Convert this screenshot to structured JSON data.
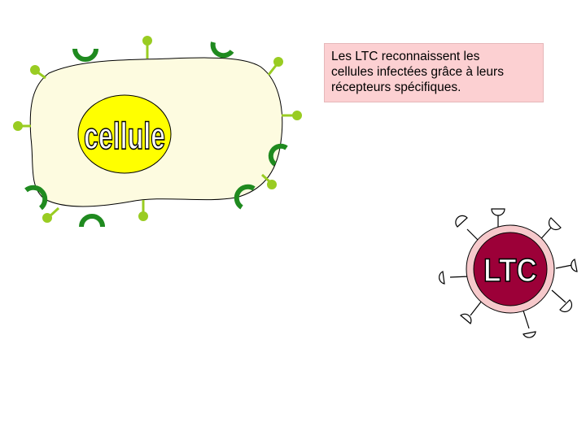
{
  "caption": {
    "lines": [
      "Les LTC reconnaissent les",
      "cellules infectées grâce à leurs",
      "récepteurs spécifiques."
    ]
  },
  "cell": {
    "label": "cellule"
  },
  "ltc": {
    "label": "LTC"
  },
  "colors": {
    "cell_body": "#fdfbe0",
    "nucleus": "#ffff00",
    "antigen": "#99cc22",
    "cell_receptor": "#1f8a1f",
    "ltc_outer": "#f6c9cb",
    "ltc_nucleus": "#9c0038",
    "caption_bg": "#fcd0d2"
  }
}
